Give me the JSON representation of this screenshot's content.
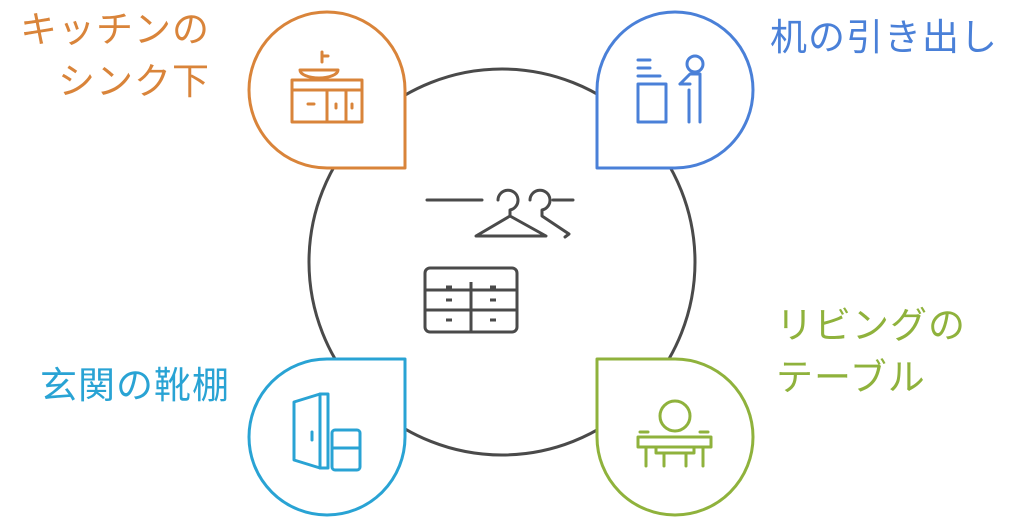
{
  "diagram": {
    "center": {
      "icons": [
        "clothes-hangers-icon",
        "chest-of-drawers-icon"
      ]
    },
    "nodes": [
      {
        "id": "kitchen",
        "label_lines": [
          "キッチンの",
          "シンク下"
        ],
        "color": "#d9843a",
        "icon": "kitchen-sink-cabinet-icon"
      },
      {
        "id": "desk",
        "label_lines": [
          "机の引き出し"
        ],
        "color": "#4a80d8",
        "icon": "desk-with-person-icon"
      },
      {
        "id": "entrance",
        "label_lines": [
          "玄関の靴棚"
        ],
        "color": "#29a3d4",
        "icon": "door-and-shoe-cabinet-icon"
      },
      {
        "id": "living",
        "label_lines": [
          "リビングの",
          "テーブル"
        ],
        "color": "#8fb23c",
        "icon": "person-at-table-icon"
      }
    ],
    "ring_color": "#4a4a4a"
  }
}
